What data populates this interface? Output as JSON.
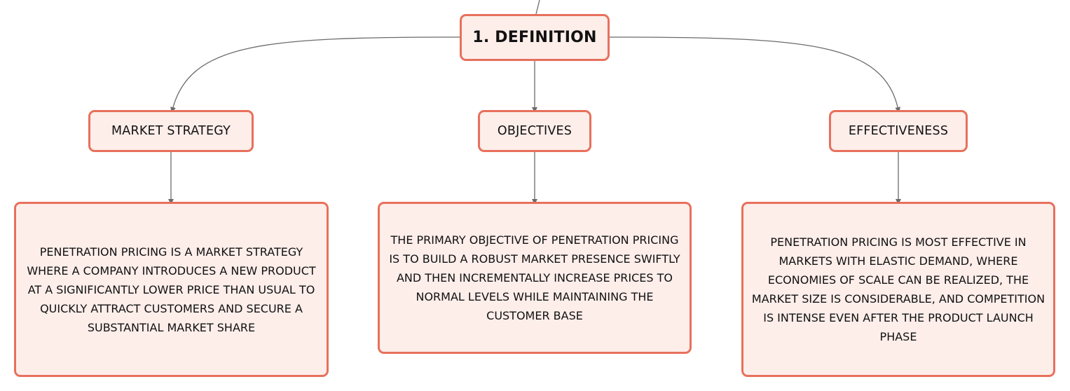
{
  "root": {
    "label": "1. DEFINITION"
  },
  "branches": [
    {
      "topic": "MARKET STRATEGY",
      "detail": "PENETRATION PRICING IS A MARKET STRATEGY WHERE A COMPANY INTRODUCES A NEW PRODUCT AT A SIGNIFICANTLY LOWER PRICE THAN USUAL TO QUICKLY ATTRACT CUSTOMERS AND SECURE A SUBSTANTIAL MARKET SHARE"
    },
    {
      "topic": "OBJECTIVES",
      "detail": "THE PRIMARY OBJECTIVE OF PENETRATION PRICING IS TO BUILD A ROBUST MARKET PRESENCE SWIFTLY AND THEN INCREMENTALLY INCREASE PRICES TO NORMAL LEVELS WHILE MAINTAINING THE CUSTOMER BASE"
    },
    {
      "topic": "EFFECTIVENESS",
      "detail": "PENETRATION PRICING IS MOST EFFECTIVE IN MARKETS WITH ELASTIC DEMAND, WHERE ECONOMIES OF SCALE CAN BE REALIZED, THE MARKET SIZE IS CONSIDERABLE, AND COMPETITION IS INTENSE EVEN AFTER THE PRODUCT LAUNCH PHASE"
    }
  ],
  "colors": {
    "node_border": "#e8705c",
    "node_fill": "#fdeeea",
    "connector": "#6b6b6b"
  }
}
